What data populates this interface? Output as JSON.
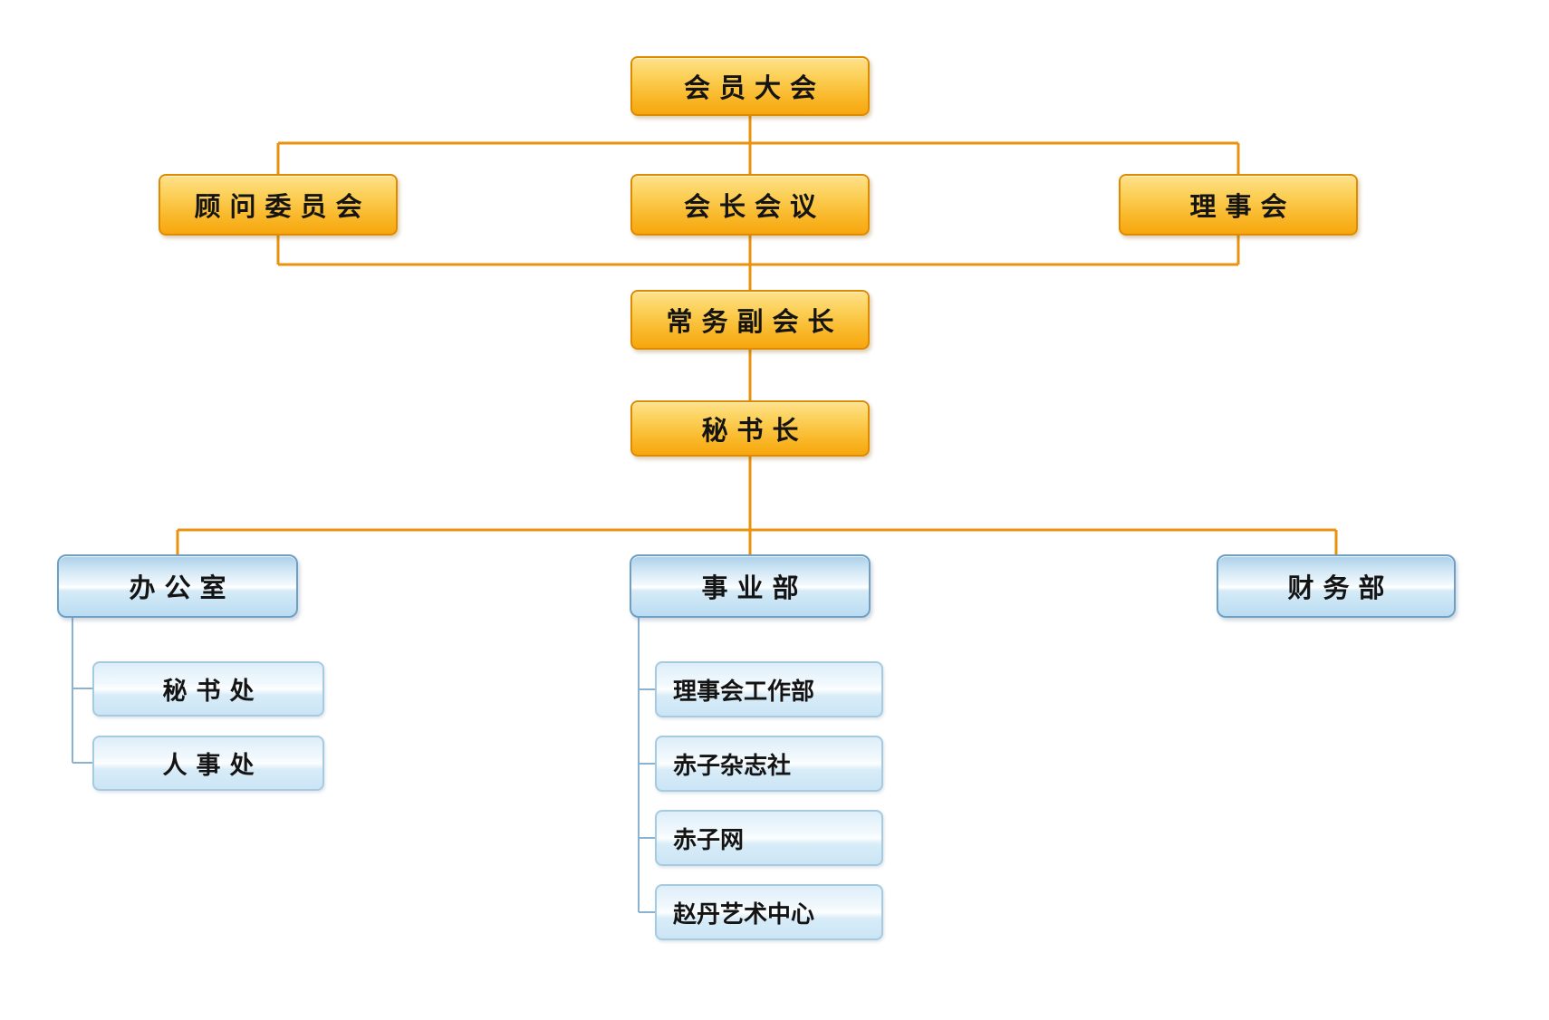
{
  "nodes": {
    "level1": {
      "label": "会员大会"
    },
    "level2": [
      {
        "label": "顾问委员会"
      },
      {
        "label": "会长会议"
      },
      {
        "label": "理事会"
      }
    ],
    "level3": {
      "label": "常务副会长"
    },
    "level4": {
      "label": "秘书长"
    },
    "level5": [
      {
        "label": "办公室",
        "children": [
          {
            "label": "秘书处"
          },
          {
            "label": "人事处"
          }
        ]
      },
      {
        "label": "事业部",
        "children": [
          {
            "label": "理事会工作部"
          },
          {
            "label": "赤子杂志社"
          },
          {
            "label": "赤子网"
          },
          {
            "label": "赵丹艺术中心"
          }
        ]
      },
      {
        "label": "财务部",
        "children": []
      }
    ]
  },
  "colors": {
    "orange_box_border": "#DE8A02",
    "orange_box_top": "#FEE18B",
    "orange_box_bottom": "#F7A70E",
    "orange_connector": "#E8920E",
    "blue_box_border": "#6FA0C4",
    "blue_box_top": "#A9CFE9",
    "blue_box_bottom": "#B9DCF2",
    "child_box_border": "#A6CADF",
    "child_box_top": "#DDEEF9",
    "child_box_bottom": "#CBE5F5",
    "blue_connector": "#8BB3D1",
    "text": "#141414",
    "background": "#FFFFFF"
  }
}
